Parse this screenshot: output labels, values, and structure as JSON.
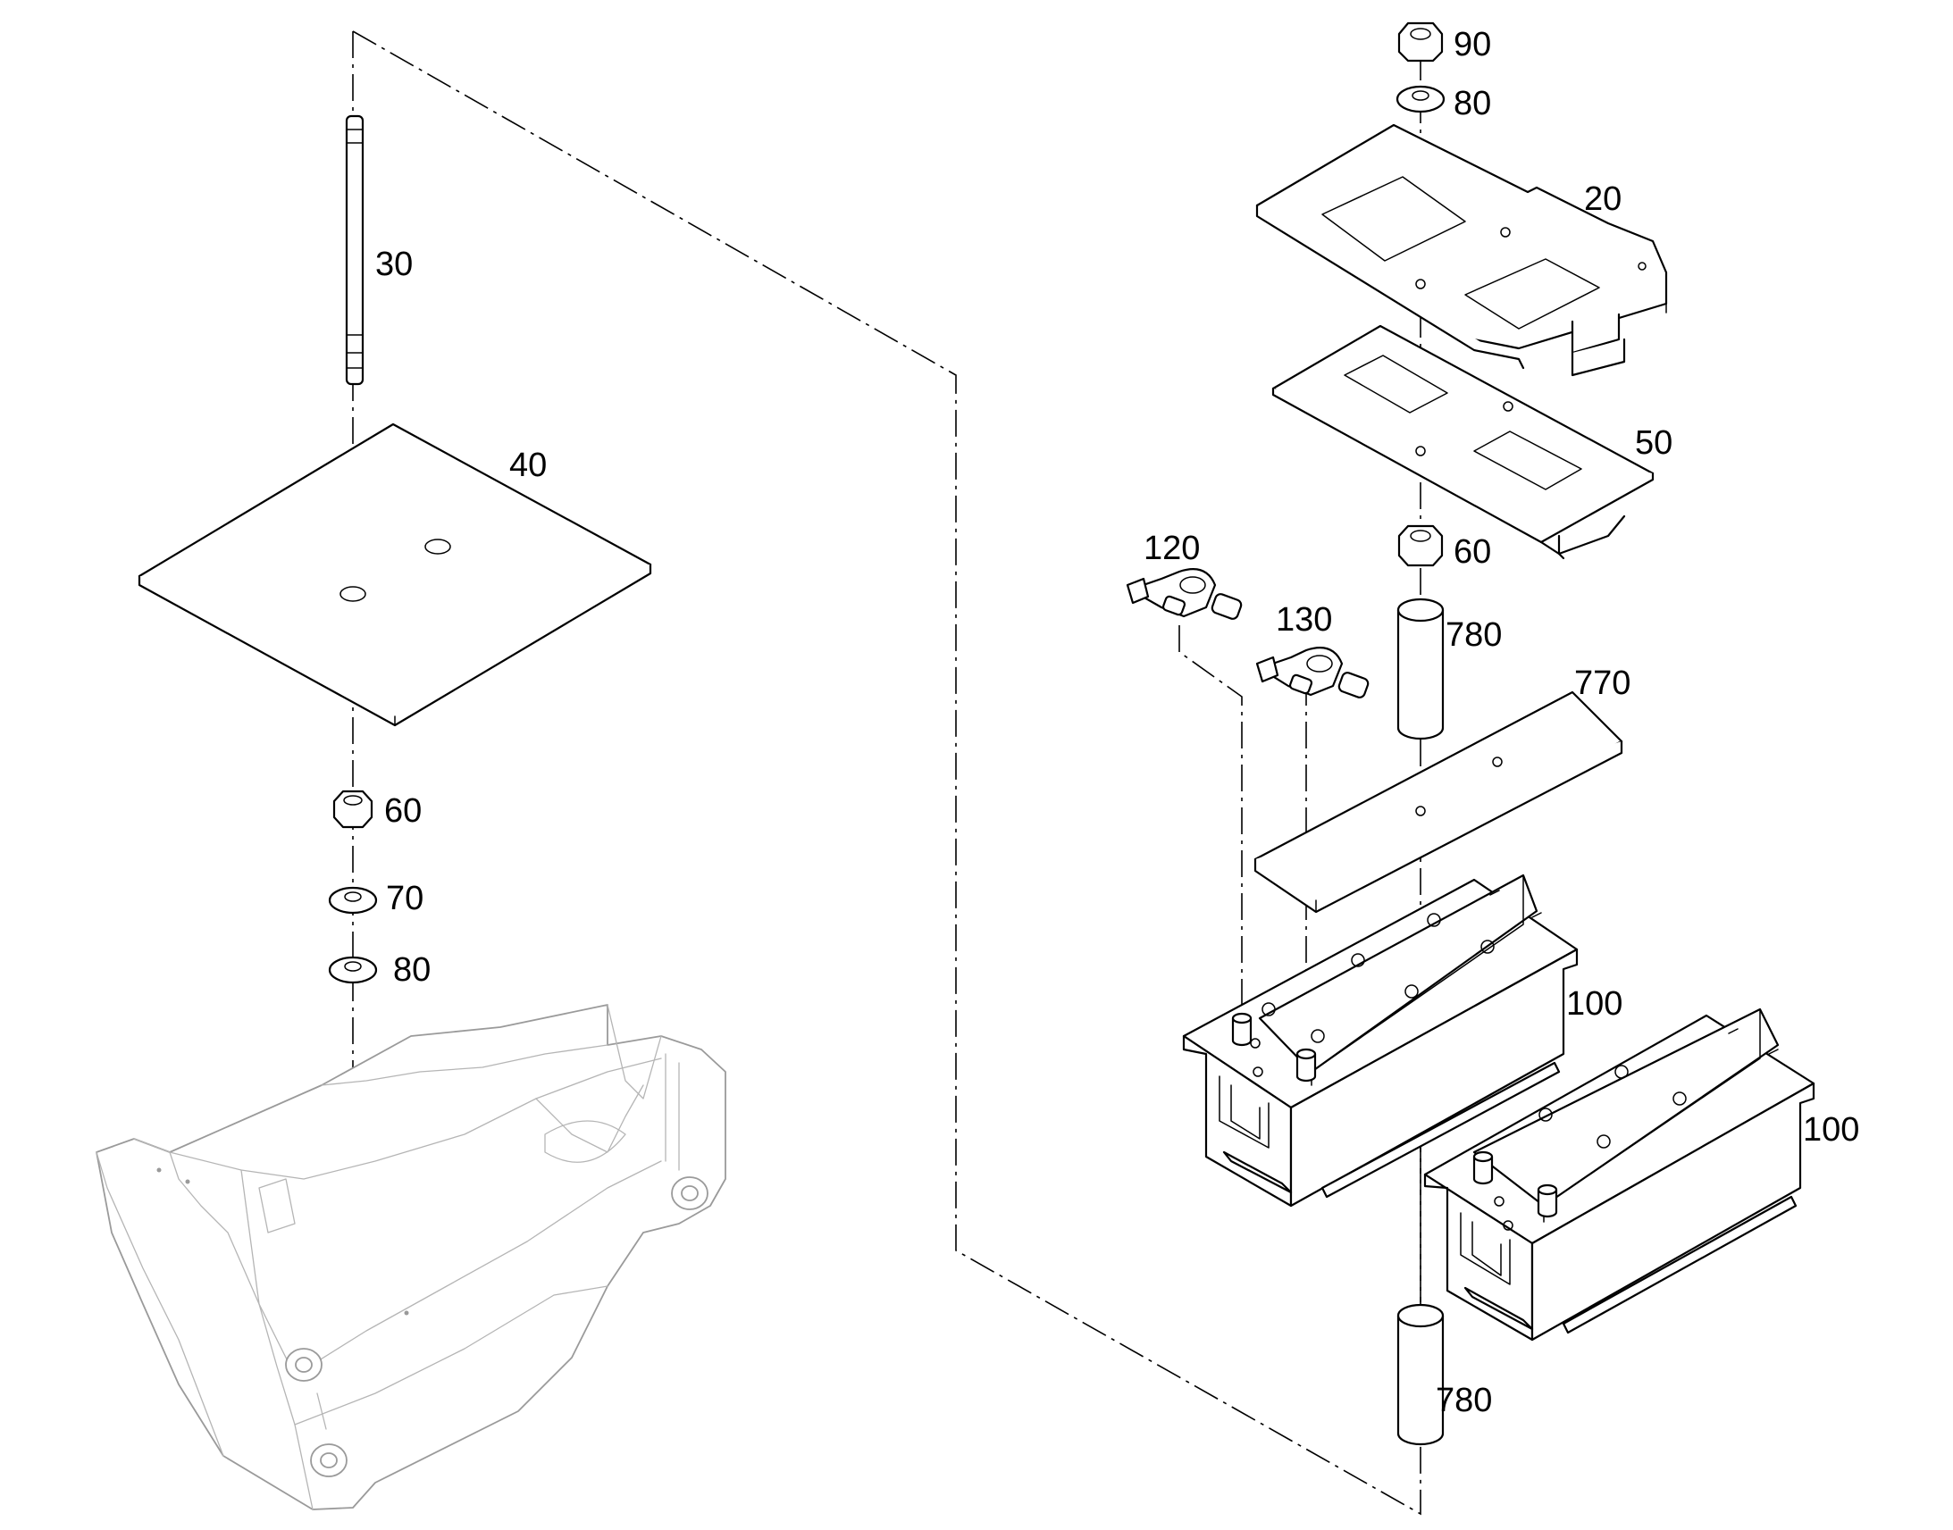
{
  "callouts": {
    "c90": "90",
    "c80_top": "80",
    "c20": "20",
    "c30": "30",
    "c40": "40",
    "c50": "50",
    "c120": "120",
    "c60_right": "60",
    "c130": "130",
    "c780_top": "780",
    "c770": "770",
    "c60_left": "60",
    "c70": "70",
    "c80_left": "80",
    "c100_a": "100",
    "c100_b": "100",
    "c780_bottom": "780"
  },
  "colors": {
    "line": "#000000",
    "ghost_line": "#9a9a9a",
    "background": "#ffffff"
  }
}
